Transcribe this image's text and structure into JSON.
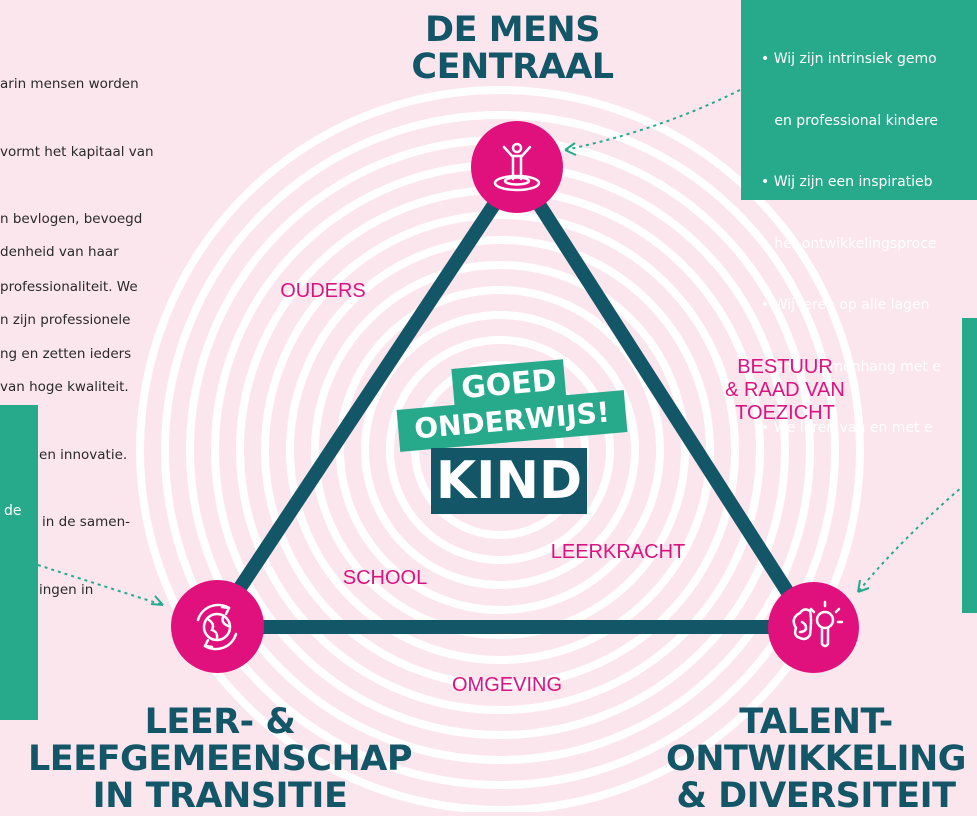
{
  "left_text": {
    "para1": [
      "arin mensen worden",
      "vormt het kapitaal van",
      "n bevlogen, bevoegd",
      "professionaliteit. We",
      "ng en zetten ieders"
    ],
    "para2": [
      "denheid van haar",
      "n zijn professionele",
      "van hoge kwaliteit.",
      "ering en innovatie.",
      "idden in de samen-",
      "vikkelingen in"
    ]
  },
  "left_box": {
    "text": "de"
  },
  "top_right_box": {
    "bullets": [
      "• Wij zijn intrinsiek gemo",
      "   en professional kindere",
      "• Wij zijn een inspiratieb",
      "   het ontwikkelingsproce",
      "• Wij leren op alle lagen",
      "   en in samenhang met e",
      "• We leren van en met e"
    ]
  },
  "headings": {
    "top": [
      "DE MENS",
      "CENTRAAL"
    ],
    "bottom_left": [
      "LEER- &",
      "LEEFGEMEENSCHAP",
      "IN TRANSITIE"
    ],
    "bottom_right": [
      "TALENT-",
      "ONTWIKKELING",
      "& DIVERSITEIT"
    ]
  },
  "labels": {
    "ouders": "OUDERS",
    "bestuur": "BESTUUR\n& RAAD VAN\nTOEZICHT",
    "school": "SCHOOL",
    "leerkracht": "LEERKRACHT",
    "omgeving": "OMGEVING"
  },
  "center": {
    "goed": "GOED",
    "onderwijs": "ONDERWIJS!",
    "kind": "KIND"
  },
  "colors": {
    "background": "#fbe6ee",
    "navy": "#125668",
    "teal": "#27a98b",
    "magenta": "#e0107d",
    "label_pink": "#d91480"
  },
  "icons": {
    "top": "person-standing-on-target-icon",
    "bottom_left": "globe-with-cycle-arrows-icon",
    "bottom_right": "brain-and-lightbulb-icon"
  }
}
